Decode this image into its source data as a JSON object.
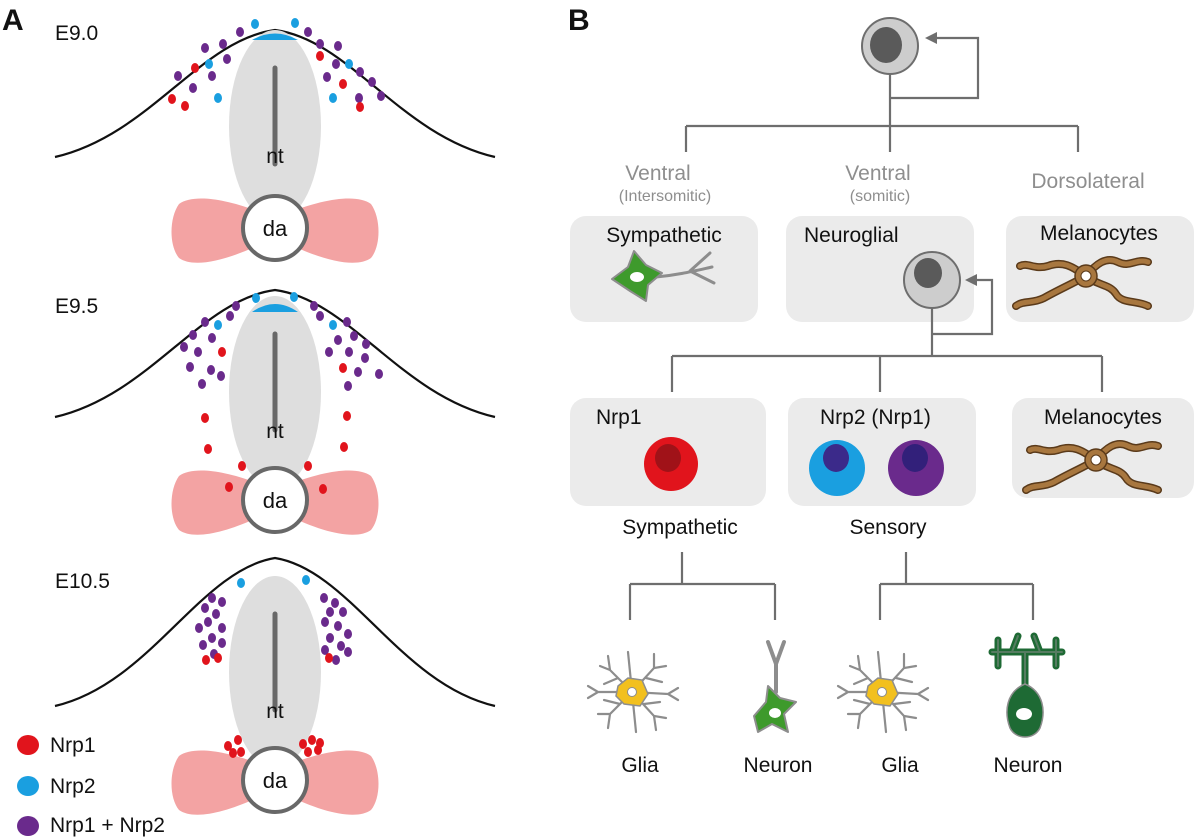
{
  "panel_a": {
    "letter": "A",
    "stages": [
      {
        "label": "E9.0",
        "nt": "nt",
        "da": "da"
      },
      {
        "label": "E9.5",
        "nt": "nt",
        "da": "da"
      },
      {
        "label": "E10.5",
        "nt": "nt",
        "da": "da"
      }
    ],
    "legend": [
      {
        "label": "Nrp1",
        "color": "#e1141c"
      },
      {
        "label": "Nrp2",
        "color": "#1a9fe0"
      },
      {
        "label": "Nrp1 + Nrp2",
        "color": "#6a2a8c"
      }
    ]
  },
  "panel_b": {
    "letter": "B",
    "pathways": {
      "ventral_intersomitic": {
        "title": "Ventral",
        "sub": "(Intersomitic)"
      },
      "ventral_somitic": {
        "title": "Ventral",
        "sub": "(somitic)"
      },
      "dorsolateral": {
        "title": "Dorsolateral"
      }
    },
    "boxes": {
      "sympathetic": "Sympathetic",
      "neuroglial": "Neuroglial",
      "melanocytes_top": "Melanocytes",
      "nrp1": "Nrp1",
      "nrp2": "Nrp2 (Nrp1)",
      "melanocytes_mid": "Melanocytes"
    },
    "lineages": {
      "sympathetic": "Sympathetic",
      "sensory": "Sensory"
    },
    "cell_types": [
      "Glia",
      "Neuron",
      "Glia",
      "Neuron"
    ]
  },
  "colors": {
    "nrp1": "#e1141c",
    "nrp2": "#1a9fe0",
    "nrp1_nrp2": "#6a2a8c",
    "dorsal_aorta": "#f3a3a3",
    "neural_tube": "#dedede",
    "box_background": "#ebebeb",
    "sympathetic_neuron": "#3e9a2c",
    "sensory_neuron": "#1e6a34",
    "melanocyte": "#a8773f",
    "glia": "#f2c01e"
  }
}
